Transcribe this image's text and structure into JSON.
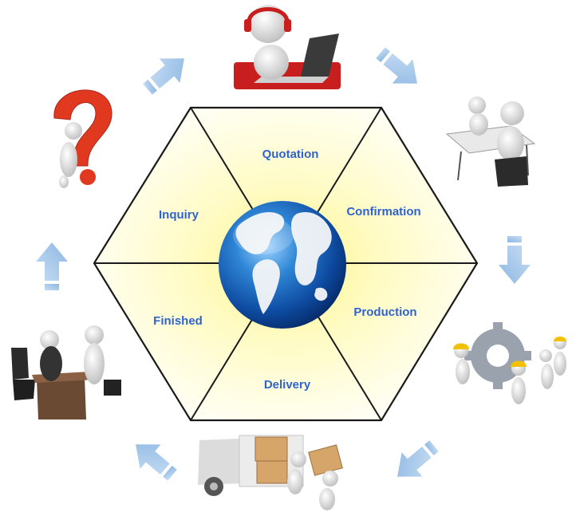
{
  "diagram": {
    "segments": [
      {
        "label": "Quotation"
      },
      {
        "label": "Confirmation"
      },
      {
        "label": "Production"
      },
      {
        "label": "Delivery"
      },
      {
        "label": "Finished"
      },
      {
        "label": "Inquiry"
      }
    ],
    "center_icon": "globe-icon",
    "illustrations": [
      "customer-service-headset-laptop",
      "business-meeting-at-desk",
      "workers-with-gear",
      "delivery-truck-with-boxes",
      "handshake-at-office-desk",
      "figure-with-question-mark"
    ],
    "arrow_icon": "light-blue-block-arrow-icon"
  },
  "colors": {
    "label_text": "#2f63cf",
    "hex_outline": "#1a1a1a",
    "hex_center_glow": "#fffbb0",
    "hex_edge": "#fffff4",
    "arrow_fill": "#a8c9ec",
    "question_mark": "#e0391f",
    "headset_red": "#c81e1e"
  }
}
